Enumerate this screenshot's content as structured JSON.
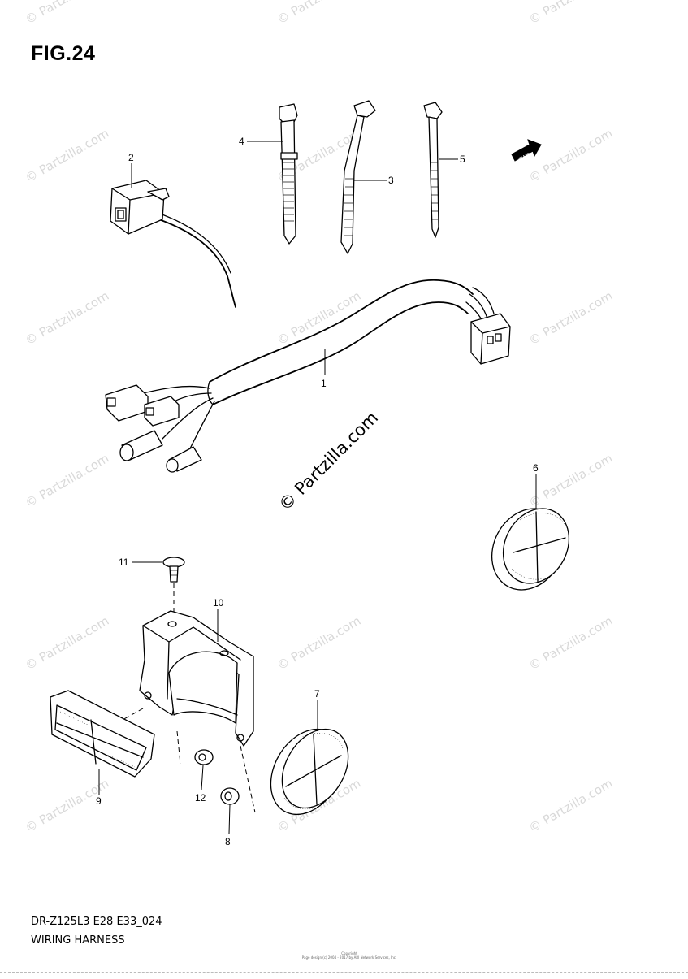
{
  "figure": {
    "title": "FIG.24",
    "model_code": "DR-Z125L3 E28 E33_024",
    "section_name": "WIRING HARNESS"
  },
  "watermark": {
    "text": "© Partzilla.com",
    "center_text": "© Partzilla.com"
  },
  "copyright": {
    "line1": "Copyright",
    "line2": "Page design (c) 2004 - 2017 by ARI Network Services, Inc."
  },
  "direction_marker": {
    "label": "FWD",
    "icon": "arrow-icon"
  },
  "callouts": [
    "1",
    "2",
    "3",
    "4",
    "5",
    "6",
    "7",
    "8",
    "9",
    "10",
    "11",
    "12"
  ]
}
